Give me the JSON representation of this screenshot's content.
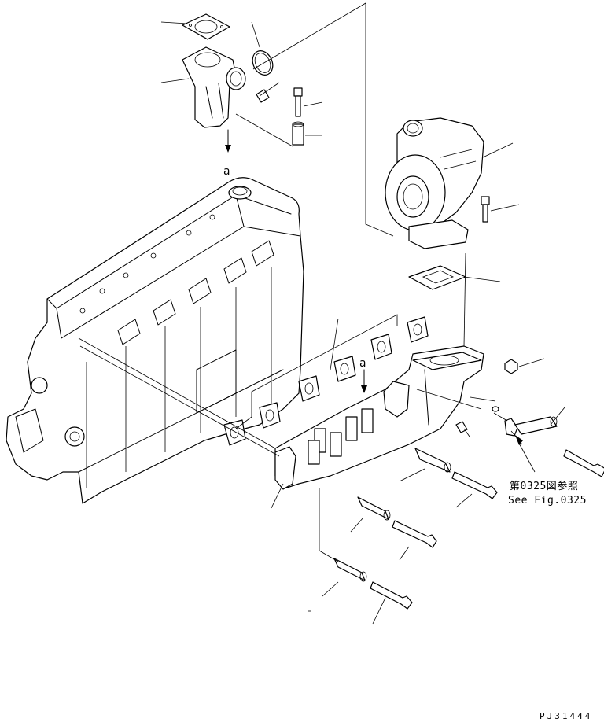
{
  "diagram": {
    "view_letter_top": "a",
    "view_letter_mid": "a",
    "reference_jp": "第0325図参照",
    "reference_en": "See Fig.0325",
    "drawing_code": "PJ31444"
  }
}
